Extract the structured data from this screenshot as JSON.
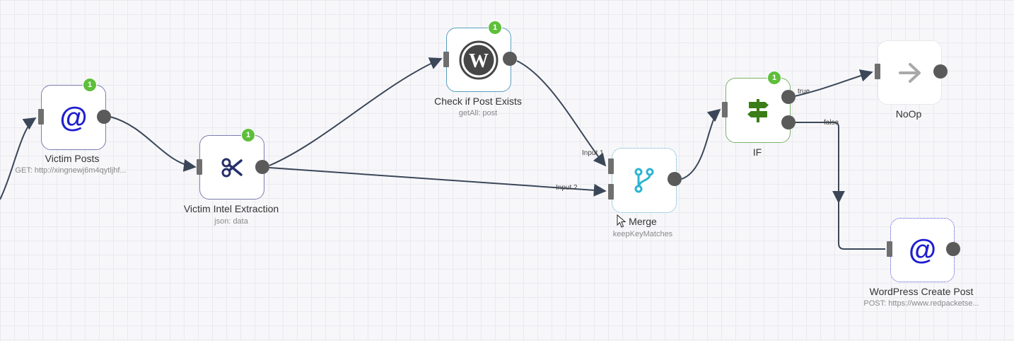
{
  "nodes": {
    "victim_posts": {
      "title": "Victim Posts",
      "subtitle": "GET: http://xingnewj6m4qytljhf...",
      "badge": "1",
      "icon": "at-sign-icon"
    },
    "victim_intel": {
      "title": "Victim Intel Extraction",
      "subtitle": "json: data",
      "badge": "1",
      "icon": "scissors-icon"
    },
    "check_post": {
      "title": "Check if Post Exists",
      "subtitle": "getAll: post",
      "badge": "1",
      "icon": "wordpress-icon"
    },
    "merge": {
      "title": "Merge",
      "subtitle": "keepKeyMatches",
      "input1": "Input 1",
      "input2": "Input 2",
      "icon": "merge-icon"
    },
    "if_node": {
      "title": "IF",
      "badge": "1",
      "true_label": "true",
      "false_label": "false",
      "icon": "signpost-icon"
    },
    "noop": {
      "title": "NoOp",
      "icon": "arrow-right-icon"
    },
    "wp_create": {
      "title": "WordPress Create Post",
      "subtitle": "POST: https://www.redpacketse...",
      "icon": "at-sign-icon"
    }
  },
  "colors": {
    "edge": "#3b4759",
    "at_sign": "#1e1ecf",
    "scissors": "#27306a",
    "wordpress": "#464646",
    "merge": "#2cb5d0",
    "signpost": "#3b7d17",
    "noop_arrow": "#a9a9a9",
    "badge": "#5fbf3b"
  }
}
